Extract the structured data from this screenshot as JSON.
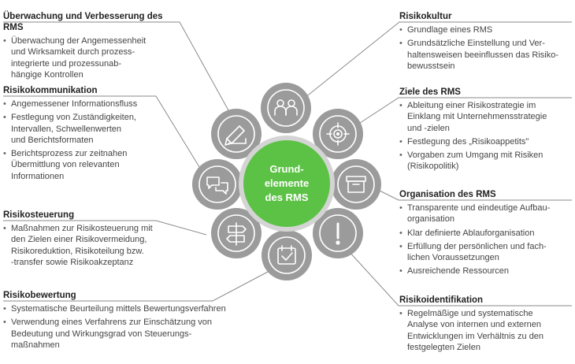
{
  "center": {
    "lines": [
      "Grund-",
      "elemente",
      "des RMS"
    ]
  },
  "colors": {
    "center": "#5cc246",
    "ring": "#9b9b9b",
    "ring_inner": "#ffffff",
    "line": "#8a8a8a"
  },
  "sections": {
    "ueberwachung": {
      "title": "Überwachung und Verbesserung des RMS",
      "items": [
        "Überwachung der Angemessenheit\nund Wirksamkeit durch prozess-\nintegrierte und prozessunab-\nhängige Kontrollen"
      ]
    },
    "kommunikation": {
      "title": "Risikokommunikation",
      "items": [
        "Angemessener Informationsfluss",
        "Festlegung von Zuständigkeiten,\nIntervallen, Schwellenwerten\nund Berichtsformaten",
        "Berichtsprozess zur zeitnahen\nÜbermittlung von relevanten\nInformationen"
      ]
    },
    "steuerung": {
      "title": "Risikosteuerung",
      "items": [
        "Maßnahmen zur Risikosteuerung mit\nden Zielen einer Risikovermeidung,\nRisikoreduktion, Risikoteilung bzw.\n-transfer sowie Risikoakzeptanz"
      ]
    },
    "bewertung": {
      "title": "Risikobewertung",
      "items": [
        "Systematische Beurteilung mittels Bewertungsverfahren",
        "Verwendung eines Verfahrens zur Einschätzung von\nBedeutung und Wirkungsgrad von Steuerungs-\nmaßnahmen"
      ]
    },
    "kultur": {
      "title": "Risikokultur",
      "items": [
        "Grundlage eines RMS",
        "Grundsätzliche Einstellung und Ver-\nhaltensweisen beeinflussen das Risiko-\nbewusstsein"
      ]
    },
    "ziele": {
      "title": "Ziele des RMS",
      "items": [
        "Ableitung einer Risikostrategie im\nEinklang mit Unternehmensstrategie\nund -zielen",
        "Festlegung des „Risikoappetits\"",
        "Vorgaben zum Umgang mit Risiken\n(Risikopolitik)"
      ]
    },
    "organisation": {
      "title": "Organisation des RMS",
      "items": [
        "Transparente und eindeutige Aufbau-\norganisation",
        "Klar definierte Ablauforganisation",
        "Erfüllung der persönlichen und fach-\nlichen Voraussetzungen",
        "Ausreichende Ressourcen"
      ]
    },
    "identifikation": {
      "title": "Risikoidentifikation",
      "items": [
        "Regelmäßige und systematische\nAnalyse von internen und externen\nEntwicklungen im Verhältnis zu den\nfestgelegten Zielen"
      ]
    }
  },
  "icons": [
    "people-icon",
    "target-icon",
    "box-icon",
    "warning-icon",
    "checklist-icon",
    "signpost-icon",
    "speech-bubbles-icon",
    "pencil-ruler-icon"
  ]
}
